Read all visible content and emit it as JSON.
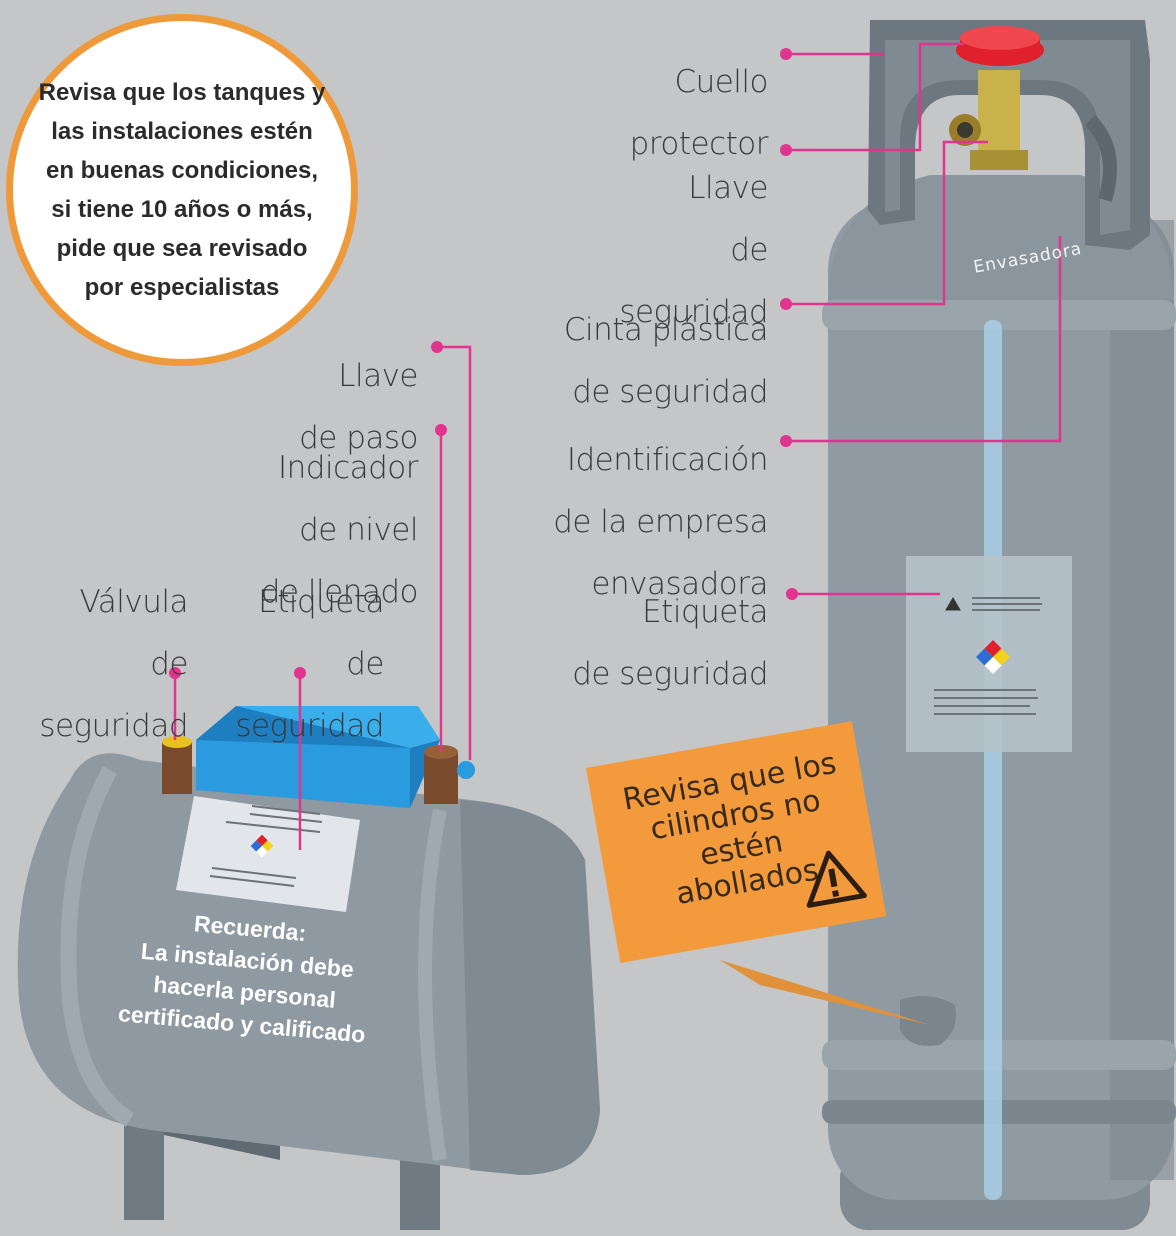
{
  "tip_circle": "Revisa que los tanques y las instalaciones estén en buenas condiciones, si tiene 10 años o más, pide que sea revisado por especialistas",
  "labels": {
    "cuello_protector": [
      "Cuello",
      "protector"
    ],
    "llave_seguridad": [
      "Llave",
      "de",
      "seguridad"
    ],
    "cinta_plastica": [
      "Cinta plástica",
      "de seguridad"
    ],
    "identificacion": [
      "Identificación",
      "de la empresa",
      "envasadora"
    ],
    "etiqueta_cilindro": [
      "Etiqueta",
      "de seguridad"
    ],
    "llave_paso": [
      "Llave",
      "de paso"
    ],
    "indicador_nivel": [
      "Indicador",
      "de nivel",
      "de llenado"
    ],
    "valvula_seguridad": [
      "Válvula",
      "de",
      "seguridad"
    ],
    "etiqueta_tanque": [
      "Etiqueta",
      "de",
      "seguridad"
    ]
  },
  "dent_note": "Revisa que los cilindros no estén abollados",
  "remember": [
    "Recuerda:",
    "La instalación debe",
    "hacerla personal",
    "certificado y calificado"
  ],
  "cylinder_brand": "Envasadora",
  "colors": {
    "background": "#c4c6c8",
    "tank_gray": "#8f9aa2",
    "callout_line": "#e0348f",
    "accent_orange": "#f39a3c",
    "valve_red": "#e0202a",
    "gauge_blue": "#2b9be0"
  }
}
